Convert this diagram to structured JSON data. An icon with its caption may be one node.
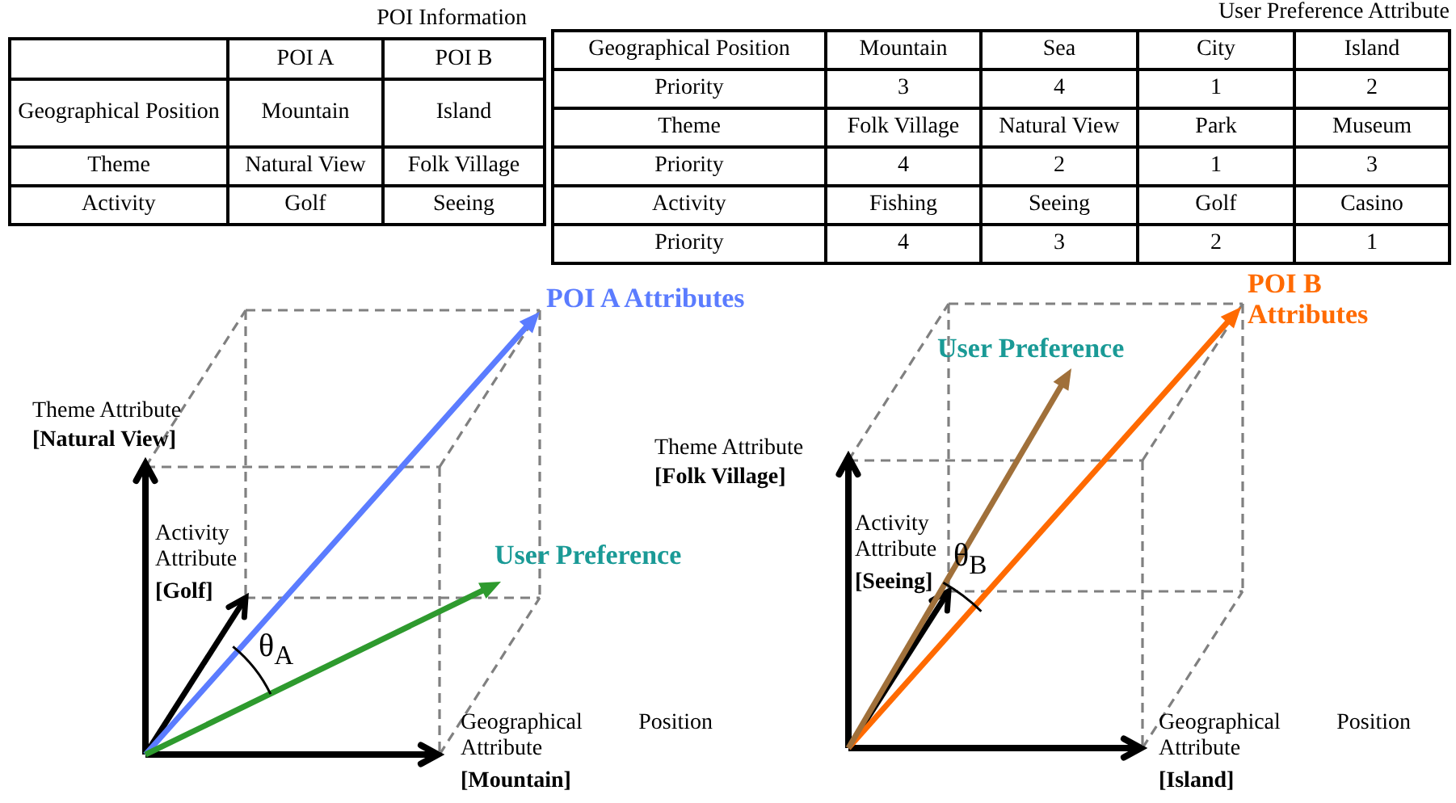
{
  "diagram": {
    "labels": [
      "POI Information",
      "POI A",
      "POI B",
      "Geographical Position",
      "Mountain",
      "Island",
      "Theme",
      "Natural View",
      "Folk Village",
      "Activity",
      "Golf",
      "Seeing",
      "User Preference Attribute",
      "Geographical Position",
      "Mountain",
      "Sea",
      "City",
      "Island",
      "Priority",
      "3",
      "4",
      "1",
      "2",
      "Theme",
      "Folk Village",
      "Natural View",
      "Park",
      "Museum",
      "Priority",
      "4",
      "2",
      "1",
      "3",
      "Activity",
      "Fishing",
      "Seeing",
      "Golf",
      "Casino",
      "Priority",
      "4",
      "3",
      "2",
      "1",
      "POI A Attributes",
      "Theme Attribute",
      "[Natural View]",
      "User Preference",
      "Activity Attribute",
      "[Golf]",
      "θ$_{A}$",
      "Geographical Position Attribute",
      "[Mountain]",
      "POI B Attributes",
      "User Preference",
      "Theme Attribute",
      "[Folk Village]",
      "Activity Attribute",
      "[Seeing]",
      "θ$_{B}$",
      "Geographical Position Attribute",
      "[Island]"
    ]
  }
}
